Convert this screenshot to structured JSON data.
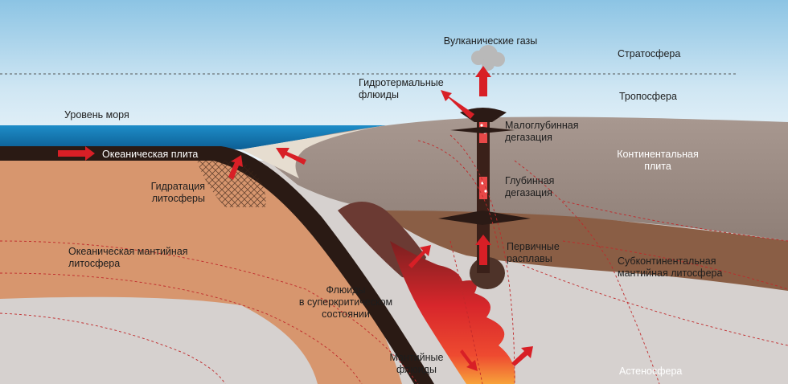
{
  "labels": {
    "stratosphere": "Стратосфера",
    "troposphere": "Тропосфера",
    "sea_level": "Уровень моря",
    "volcanic_gases": "Вулканические газы",
    "hydrothermal_fluids": "Гидротермальные\nфлюиды",
    "oceanic_plate": "Океаническая плита",
    "lithosphere_hydration": "Гидратация\nлитосферы",
    "shallow_degassing": "Малоглубинная\nдегазация",
    "continental_plate": "Континентальная\nплита",
    "deep_degassing": "Глубинная\nдегазация",
    "primary_melts": "Первичные\nрасплавы",
    "oceanic_mantle_lithosphere": "Океаническая мантийная\nлитосфера",
    "subcontinental_mantle_lithosphere": "Субконтинентальная\nмантийная литосфера",
    "supercritical_fluids": "Флюиды\nв суперкритическом\nсостоянии",
    "mantle_fluids": "Мантийные\nфлюиды",
    "asthenosphere": "Астеносфера"
  },
  "colors": {
    "sky_top": "#8cc4e4",
    "sky_bottom": "#eef6fb",
    "ocean": "#1379b6",
    "oceanic_plate": "#2a1a14",
    "oceanic_mantle": "#d7966e",
    "asthenosphere": "#d6d1cf",
    "continental_crust": "#9b8b83",
    "subcontinental_lithosphere": "#8a5e45",
    "magma": "#e6232a",
    "arrow": "#d81f26",
    "dashed_line": "#c0282a"
  }
}
